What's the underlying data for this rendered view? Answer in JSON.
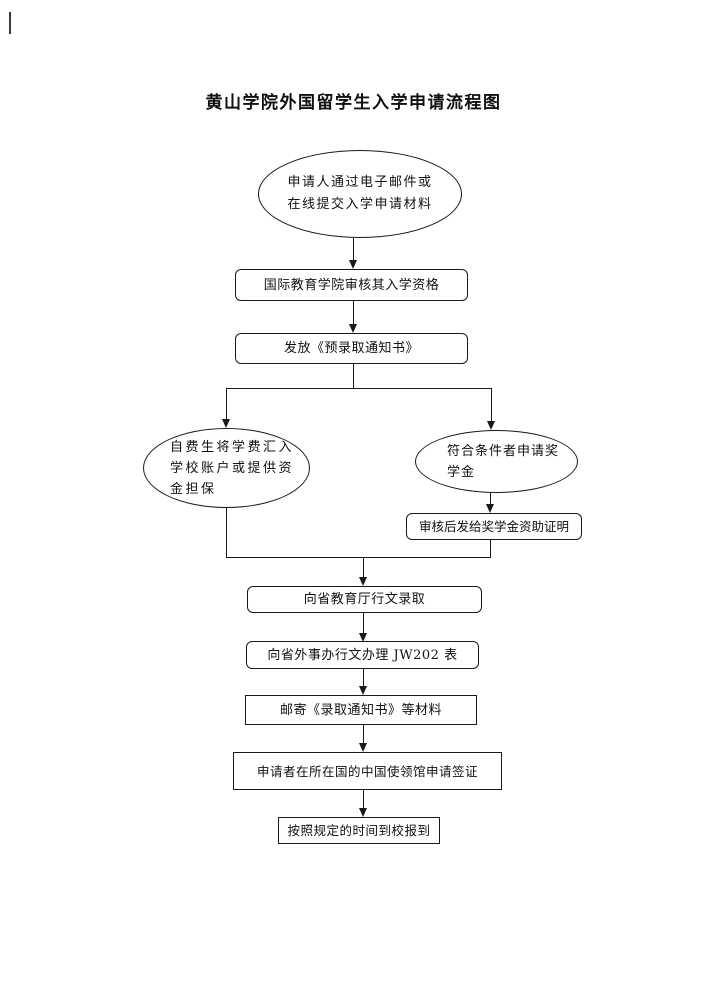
{
  "title": "黄山学院外国留学生入学申请流程图",
  "colors": {
    "line": "#1a1a1a",
    "text": "#111111",
    "background": "#ffffff"
  },
  "nodes": {
    "start": {
      "shape": "ellipse",
      "lines": [
        "申请人通过电子邮件或",
        "在线提交入学申请材料"
      ]
    },
    "review": {
      "shape": "rounded-rect",
      "label": "国际教育学院审核其入学资格"
    },
    "pre_admission": {
      "shape": "rounded-rect",
      "label": "发放《预录取通知书》"
    },
    "self_funded": {
      "shape": "ellipse",
      "lines": [
        "自费生将学费汇入",
        "学校账户或提供资",
        "金担保"
      ]
    },
    "apply_scholarship": {
      "shape": "ellipse",
      "lines": [
        "符合条件者申请奖",
        "学金"
      ]
    },
    "scholarship_cert": {
      "shape": "rounded-rect",
      "label": "审核后发给奖学金资助证明"
    },
    "edu_dept_admission": {
      "shape": "rounded-rect",
      "label": "向省教育厅行文录取"
    },
    "jw202": {
      "shape": "rounded-rect",
      "label": "向省外事办行文办理 JW202 表"
    },
    "mail_notice": {
      "shape": "rect",
      "label": "邮寄《录取通知书》等材料"
    },
    "visa": {
      "shape": "rect",
      "label": "申请者在所在国的中国使领馆申请签证"
    },
    "register": {
      "shape": "rect",
      "label": "按照规定的时间到校报到"
    }
  }
}
